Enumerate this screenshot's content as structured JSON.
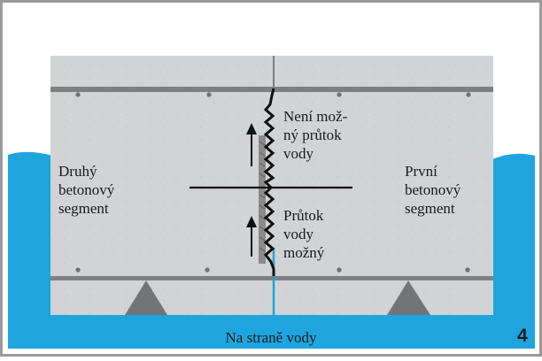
{
  "colors": {
    "frame": "#9a9a9a",
    "concrete": "#d2d3d4",
    "water": "#1ea5dd",
    "rail": "#7d7f82",
    "support": "#727478",
    "ink": "#111111",
    "seal": "#8b8b8b"
  },
  "labels": {
    "second_segment": "Druhý\nbetonový\nsegment",
    "first_segment": "První\nbetonový\nsegment",
    "no_flow": "Není mož-\nný průtok\nvody",
    "flow": "Průtok\nvody\nmožný",
    "water_side": "Na straně vody",
    "figure_number": "4"
  },
  "icons": {
    "arrow_upper": "arrow-up-icon",
    "arrow_lower": "arrow-up-icon"
  }
}
